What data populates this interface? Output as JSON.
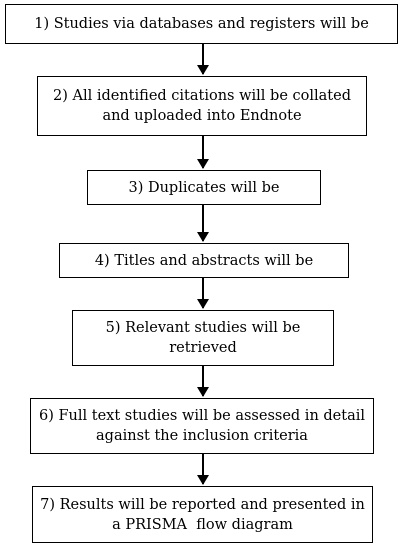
{
  "steps": [
    {
      "lines": [
        "1) Studies via databases and registers will be"
      ]
    },
    {
      "lines": [
        "2) All identified citations will be collated",
        "and uploaded into Endnote"
      ]
    },
    {
      "lines": [
        "3) Duplicates will be"
      ]
    },
    {
      "lines": [
        "4) Titles and abstracts will be"
      ]
    },
    {
      "lines": [
        "5) Relevant studies will be",
        "retrieved"
      ]
    },
    {
      "lines": [
        "6) Full text studies will be assessed in detail",
        "against the inclusion criteria"
      ]
    },
    {
      "lines": [
        "7) Results will be reported and presented in",
        "a PRISMA  flow diagram"
      ]
    }
  ]
}
